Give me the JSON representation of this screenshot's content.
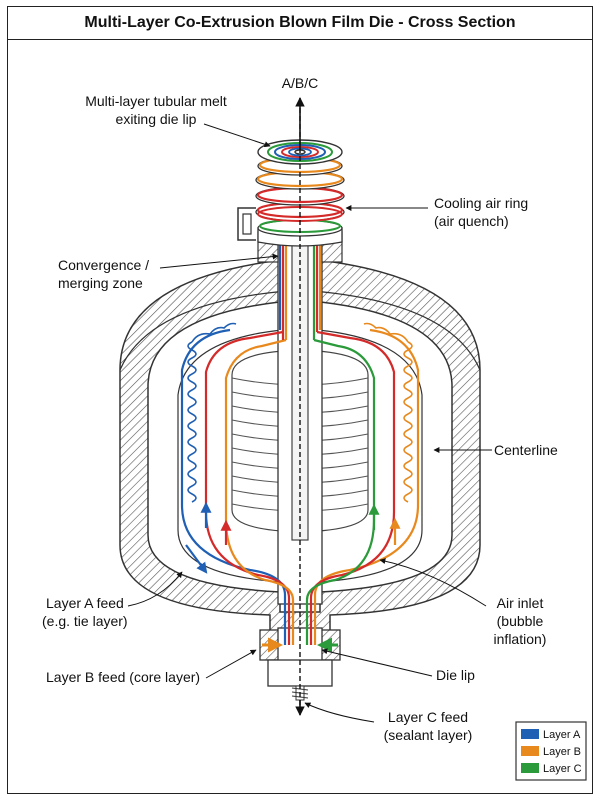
{
  "title": "Multi-Layer Co-Extrusion Blown Film Die - Cross Section",
  "labels": {
    "top_arrow": "A/B/C",
    "melt_line1": "Multi-layer tubular melt",
    "melt_line2": "exiting die lip",
    "cooling_line1": "Cooling air ring",
    "cooling_line2": "(air quench)",
    "convergence_line1": "Convergence /",
    "convergence_line2": "merging zone",
    "centerline": "Centerline",
    "layer_a_line1": "Layer A feed",
    "layer_a_line2": "(e.g. tie layer)",
    "air_inlet_line1": "Air inlet",
    "air_inlet_line2": "(bubble",
    "air_inlet_line3": "inflation)",
    "layer_b": "Layer B feed (core layer)",
    "die_lip": "Die lip",
    "layer_c_line1": "Layer C feed",
    "layer_c_line2": "(sealant layer)"
  },
  "legend": [
    {
      "label": "Layer A",
      "color": "#1f5fb4"
    },
    {
      "label": "Layer B",
      "color": "#e8891e"
    },
    {
      "label": "Layer C",
      "color": "#2a9a3a"
    }
  ],
  "colors": {
    "layer_a": "#1f5fb4",
    "layer_b": "#e8891e",
    "layer_c": "#2a9a3a",
    "red": "#d42a2a",
    "outline": "#333333"
  }
}
